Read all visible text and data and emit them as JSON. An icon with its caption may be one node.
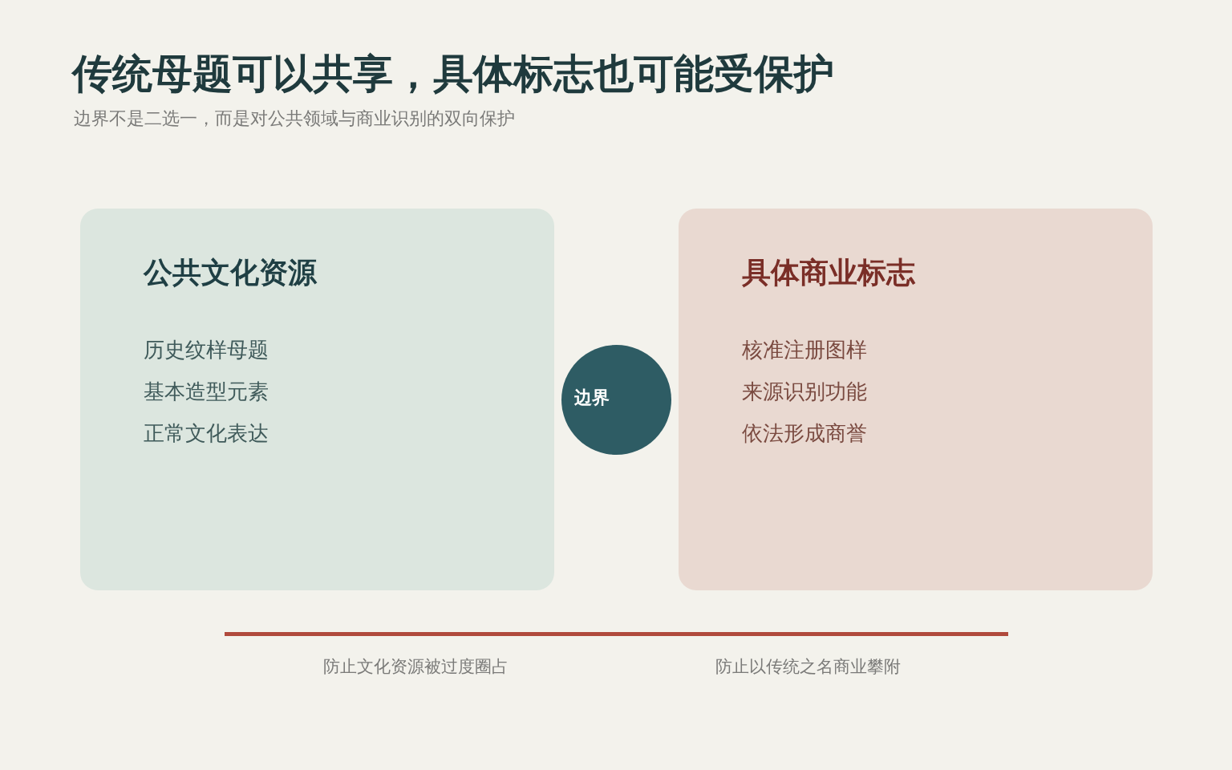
{
  "diagram": {
    "title": "传统母题可以共享，具体标志也可能受保护",
    "nodes": [
      {
        "text": [
          "公共文化资源",
          "历史纹样母题",
          "基本造型元素",
          "正常文化表达"
        ]
      },
      {
        "text": [
          "边界"
        ]
      },
      {
        "text": [
          "具体商业标志",
          "核准注册图样",
          "来源识别功能",
          "依法形成商誉"
        ]
      }
    ],
    "labels": [
      "边界不是二选一，而是对公共领域与商业识别的双向保护",
      "防止文化资源被过度圈占",
      "防止以传统之名商业攀附"
    ]
  }
}
